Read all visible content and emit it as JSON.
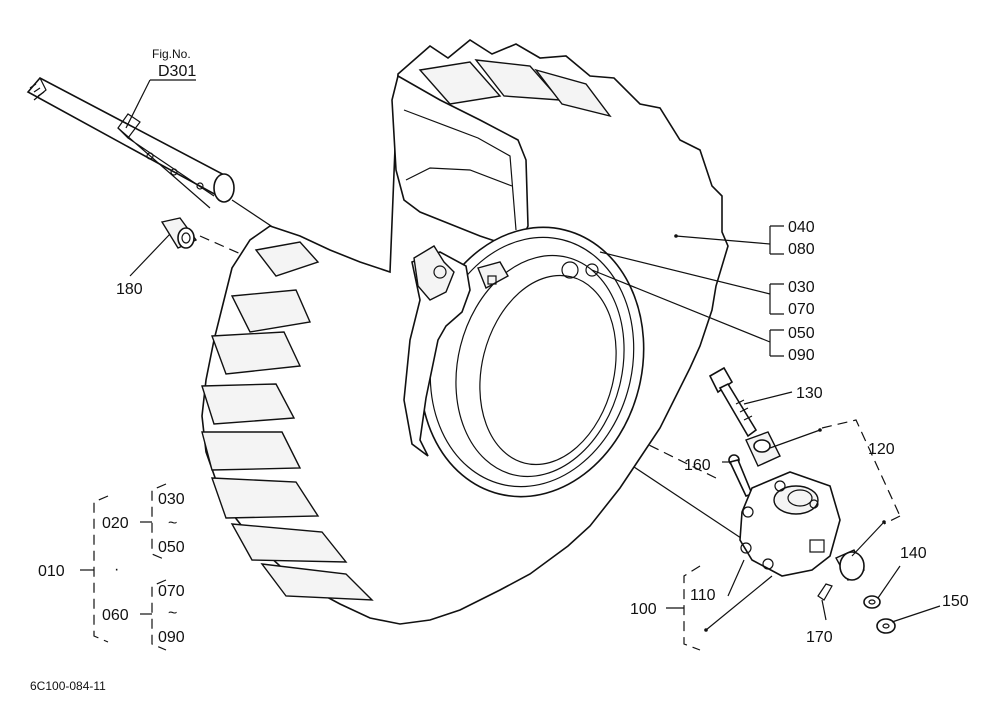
{
  "figure": {
    "fig_no_label": "Fig.No.",
    "fig_no_value": "D301",
    "drawing_code": "6C100-084-11"
  },
  "callouts": {
    "c040": "040",
    "c080": "080",
    "c030": "030",
    "c070": "070",
    "c050": "050",
    "c090": "090",
    "c130": "130",
    "c120": "120",
    "c160": "160",
    "c180": "180",
    "c140": "140",
    "c150": "150",
    "c100": "100",
    "c110": "110",
    "c170": "170"
  },
  "assembly_tree": {
    "root": "010",
    "group_a": "020",
    "group_a_from": "030",
    "group_a_tilde": "~",
    "group_a_to": "050",
    "dot": "·",
    "group_b": "060",
    "group_b_from": "070",
    "group_b_tilde": "~",
    "group_b_to": "090"
  }
}
